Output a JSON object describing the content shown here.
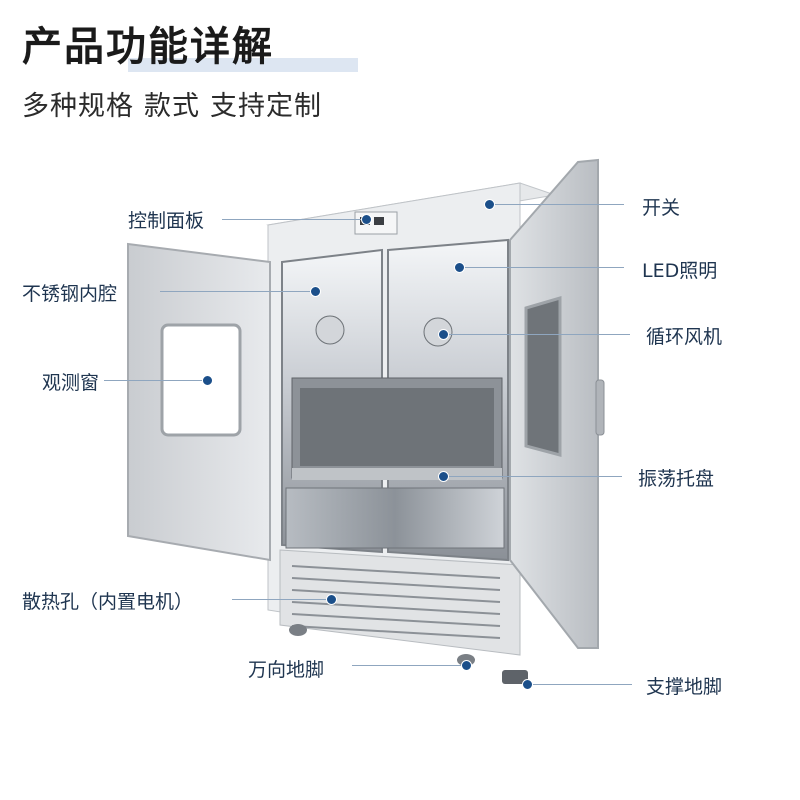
{
  "header": {
    "title": "产品功能详解",
    "subtitle_parts": [
      "多种规格",
      "款式",
      "支持定制"
    ]
  },
  "callouts": {
    "control_panel": "控制面板",
    "stainless_chamber": "不锈钢内腔",
    "viewing_window": "观测窗",
    "heat_vent": "散热孔（内置电机）",
    "caster": "万向地脚",
    "switch": "开关",
    "led": "LED照明",
    "fan": "循环风机",
    "tray": "振荡托盘",
    "support_foot": "支撑地脚"
  },
  "colors": {
    "accent": "#1b4f8a",
    "leader": "#8fa6bf"
  }
}
